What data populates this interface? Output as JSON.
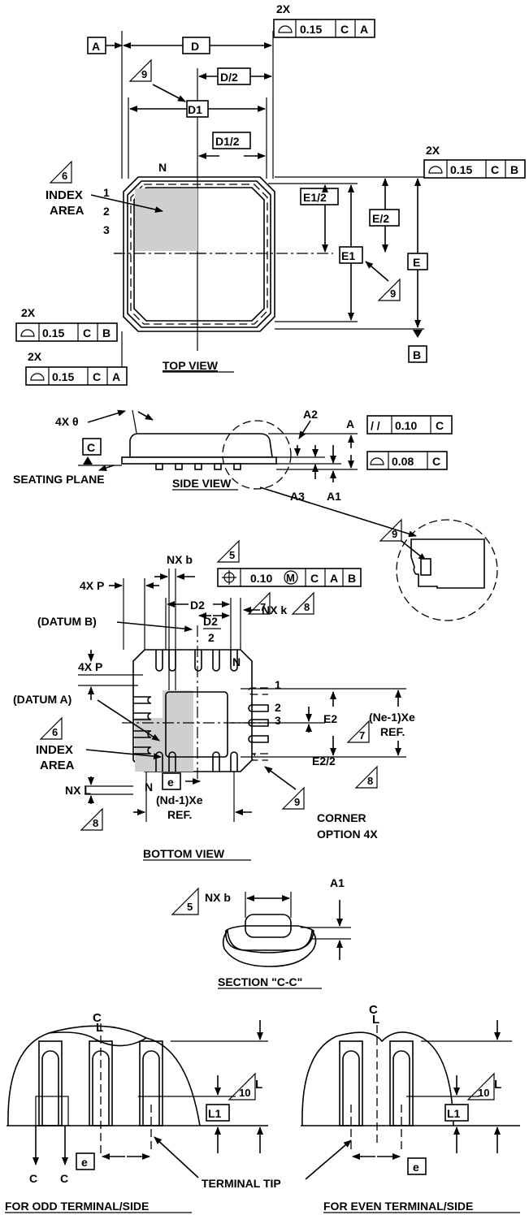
{
  "views": {
    "top_view": "TOP VIEW",
    "side_view": "SIDE VIEW",
    "bottom_view": "BOTTOM VIEW",
    "section_cc": "SECTION \"C-C\"",
    "odd_terminal": "FOR ODD TERMINAL/SIDE",
    "even_terminal": "FOR EVEN TERMINAL/SIDE"
  },
  "datums": {
    "a": "A",
    "b": "B",
    "c": "C"
  },
  "dims": {
    "d": "D",
    "d_half": "D/2",
    "d1": "D1",
    "d1_half": "D1/2",
    "e": "E",
    "e_half": "E/2",
    "e1": "E1",
    "e1_half": "E1/2",
    "a": "A",
    "a1": "A1",
    "a2": "A2",
    "a3": "A3",
    "theta": "4X θ",
    "nxb": "NX b",
    "nxk": "NX k",
    "nxl": "NX L",
    "fourxp": "4X P",
    "d2": "D2",
    "d2_half_num": "D2",
    "d2_half_den": "2",
    "e2": "E2",
    "e2_half": "E2/2",
    "ne_xe": "(Ne-1)Xe",
    "nd_xe": "(Nd-1)Xe",
    "ref": "REF.",
    "e_pitch": "e",
    "l": "L",
    "l1": "L1",
    "c": "C",
    "cl": "C̲L"
  },
  "tolerances": {
    "two_x": "2X",
    "v015": "0.15",
    "v010": "0.10",
    "v008": "0.08",
    "parallel": "/ /",
    "m": "M"
  },
  "labels": {
    "n": "N",
    "pin1": "1",
    "pin2": "2",
    "pin3": "3",
    "index": "INDEX",
    "area": "AREA",
    "seating_plane": "SEATING PLANE",
    "datum_b": "(DATUM B)",
    "datum_a": "(DATUM A)",
    "corner": "CORNER",
    "option": "OPTION 4X",
    "terminal_tip": "TERMINAL TIP"
  },
  "notes": {
    "n5": "5",
    "n6": "6",
    "n7": "7",
    "n8": "8",
    "n9": "9",
    "n10": "10"
  }
}
